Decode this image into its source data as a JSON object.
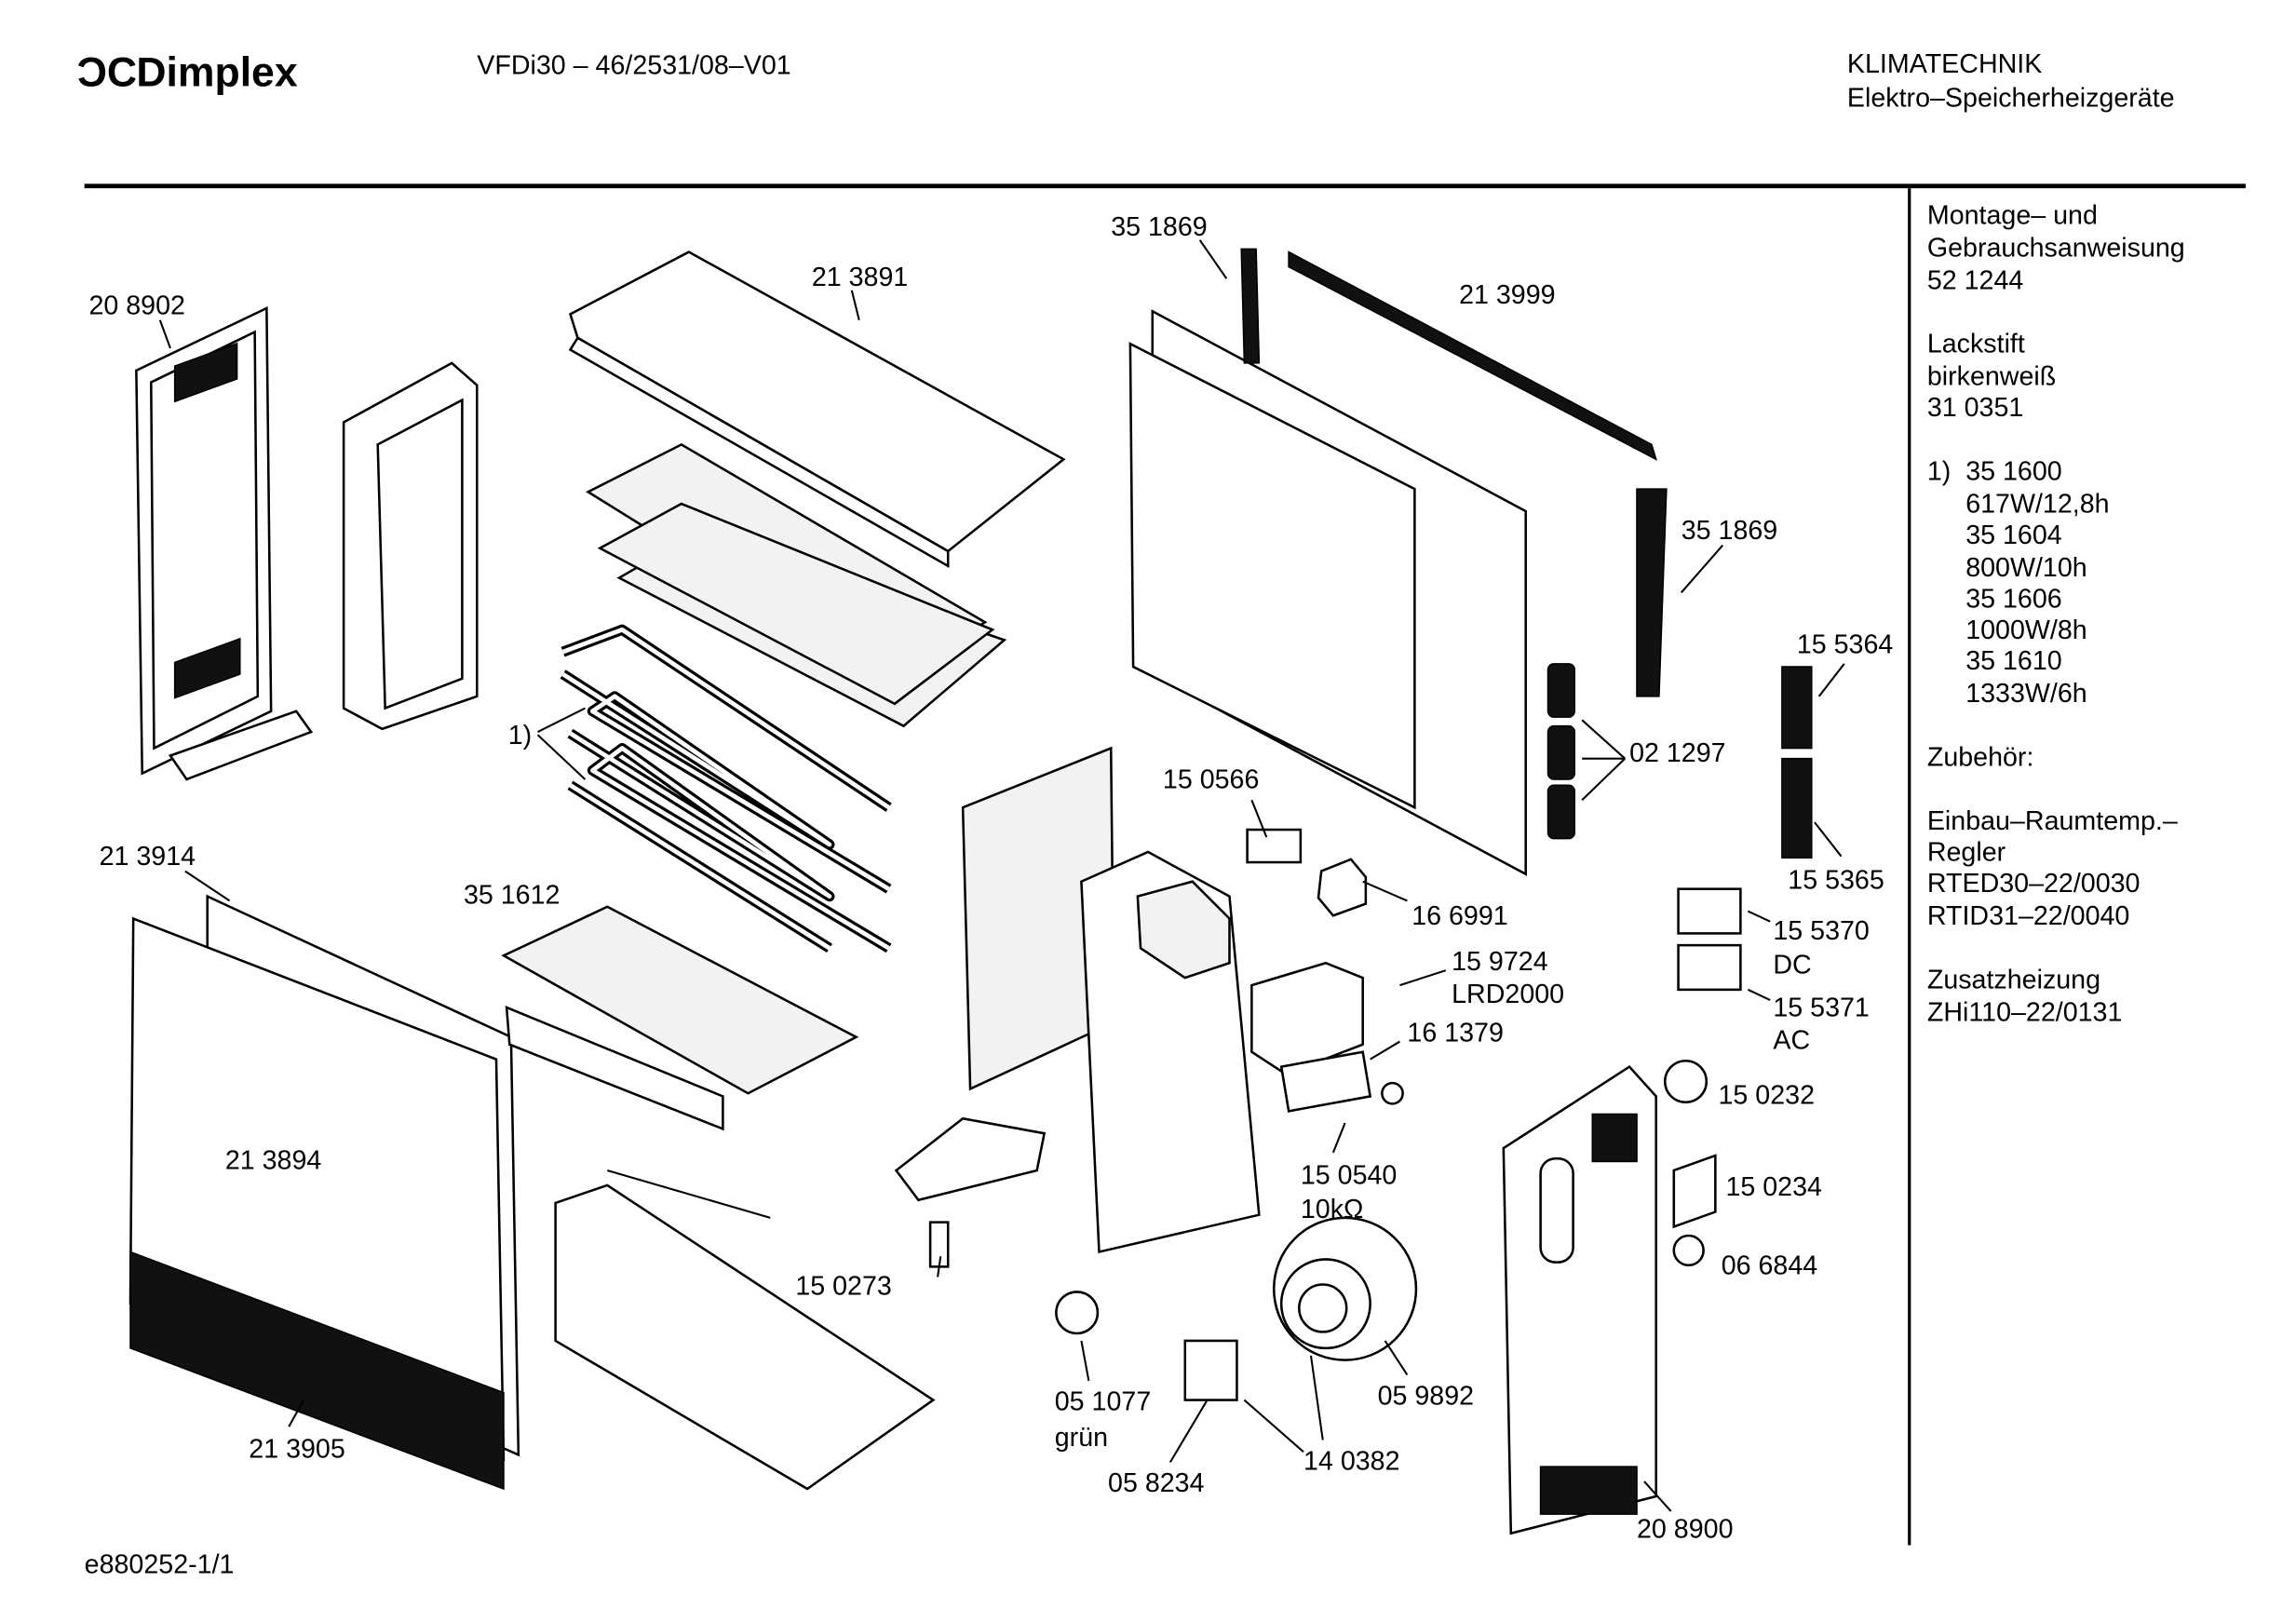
{
  "header": {
    "brand": "Dimplex",
    "model": "VFDi30 – 46/2531/08–V01",
    "category_line1": "KLIMATECHNIK",
    "category_line2": "Elektro–Speicherheizgeräte"
  },
  "sidebar": {
    "manual_line1": "Montage– und",
    "manual_line2": "Gebrauchsanweisung",
    "manual_part": "52 1244",
    "paint_line1": "Lackstift",
    "paint_line2": "birkenweiß",
    "paint_part": "31 0351",
    "elements_prefix": "1)",
    "elements": [
      {
        "part": "35 1600",
        "spec": "617W/12,8h"
      },
      {
        "part": "35 1604",
        "spec": "800W/10h"
      },
      {
        "part": "35 1606",
        "spec": "1000W/8h"
      },
      {
        "part": "35 1610",
        "spec": "1333W/6h"
      }
    ],
    "accessories_title": "Zubehör:",
    "controller_line1": "Einbau–Raumtemp.–",
    "controller_line2": "Regler",
    "controller_model1": "RTED30–22/0030",
    "controller_model2": "RTID31–22/0040",
    "extra_heat_title": "Zusatzheizung",
    "extra_heat_model": "ZHi110–22/0131"
  },
  "labels": {
    "p208902": "20 8902",
    "p213891": "21 3891",
    "p351869a": "35 1869",
    "p213999": "21 3999",
    "p351869b": "35 1869",
    "p155364": "15 5364",
    "elem1": "1)",
    "p021297": "02 1297",
    "p150566": "15 0566",
    "p155365": "15 5365",
    "p213914": "21 3914",
    "p351612": "35 1612",
    "p166991": "16 6991",
    "p155370": "15 5370",
    "p155370_note": "DC",
    "p159724": "15 9724",
    "p159724_note": "LRD2000",
    "p155371": "15 5371",
    "p155371_note": "AC",
    "p161379": "16 1379",
    "p150232": "15 0232",
    "p213894": "21 3894",
    "p150540": "15 0540",
    "p150540_note": "10kΩ",
    "p150234": "15 0234",
    "p066844": "06 6844",
    "p150273": "15 0273",
    "p051077": "05 1077",
    "p051077_note": "grün",
    "p059892": "05 9892",
    "p213905": "21 3905",
    "p140382": "14 0382",
    "p058234": "05 8234",
    "p208900": "20 8900"
  },
  "footer": {
    "drawing_id": "e880252-1/1"
  }
}
